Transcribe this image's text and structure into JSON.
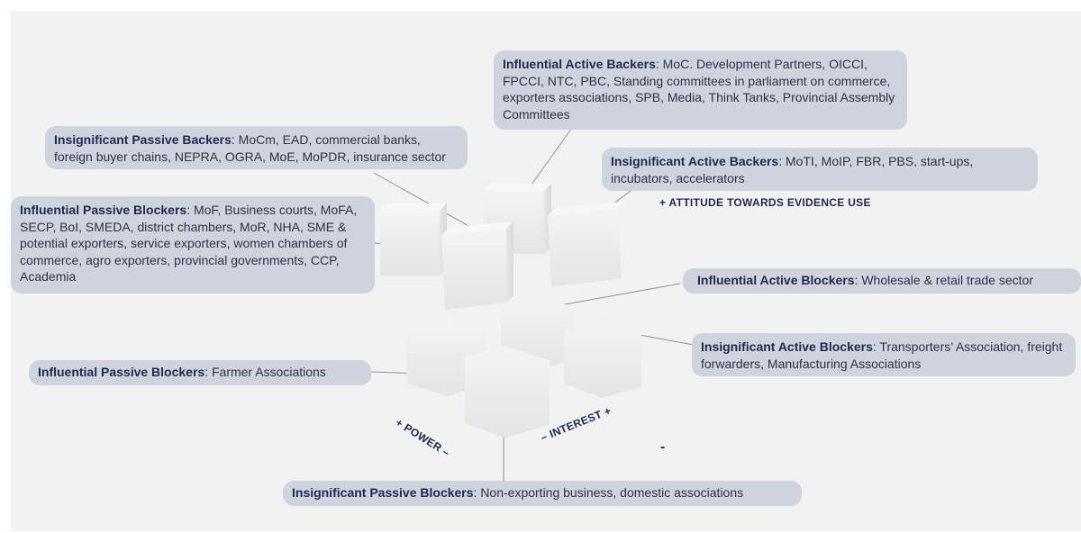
{
  "stakeholders": [
    {
      "id": "iab",
      "title": "Influential Active Backers",
      "text": "MoC. Development  Partners, OICCI, FPCCI, NTC, PBC, Standing committees in parliament on commerce, exporters associations,  SPB, Media, Think Tanks, Provincial Assembly Committees"
    },
    {
      "id": "ipb",
      "title": "Insignificant Passive Backers",
      "text": "MoCm, EAD, commercial banks, foreign buyer chains, NEPRA, OGRA, MoE, MoPDR, insurance sector"
    },
    {
      "id": "isab",
      "title": "Insignificant Active Backers",
      "text": "MoTI, MoIP, FBR, PBS, start-ups, incubators, accelerators"
    },
    {
      "id": "ipbl1",
      "title": "Influential Passive Blockers",
      "text": "MoF, Business courts, MoFA, SECP, BoI, SMEDA, district chambers, MoR, NHA, SME & potential exporters, service exporters, women chambers of commerce, agro exporters, provincial governments, CCP, Academia"
    },
    {
      "id": "iabl",
      "title": "Influential Active Blockers",
      "text": "Wholesale & retail trade sector"
    },
    {
      "id": "isabl",
      "title": "Insignificant Active Blockers",
      "text": "Transporters’ Association, freight forwarders, Manufacturing Associations"
    },
    {
      "id": "ipbl2",
      "title": "Influential Passive Blockers",
      "text": "Farmer Associations"
    },
    {
      "id": "ispbl",
      "title": "Insignificant Passive Blockers",
      "text": "Non-exporting business, domestic associations"
    }
  ],
  "axes": {
    "attitude": "+ ATTITUDE TOWARDS EVIDENCE USE",
    "power": "+ POWER –",
    "interest": "– INTEREST +",
    "minus": "-"
  },
  "colors": {
    "label_bg": "#cfd3dc",
    "title": "#1e2a55",
    "panel": "#f2f2f2"
  }
}
